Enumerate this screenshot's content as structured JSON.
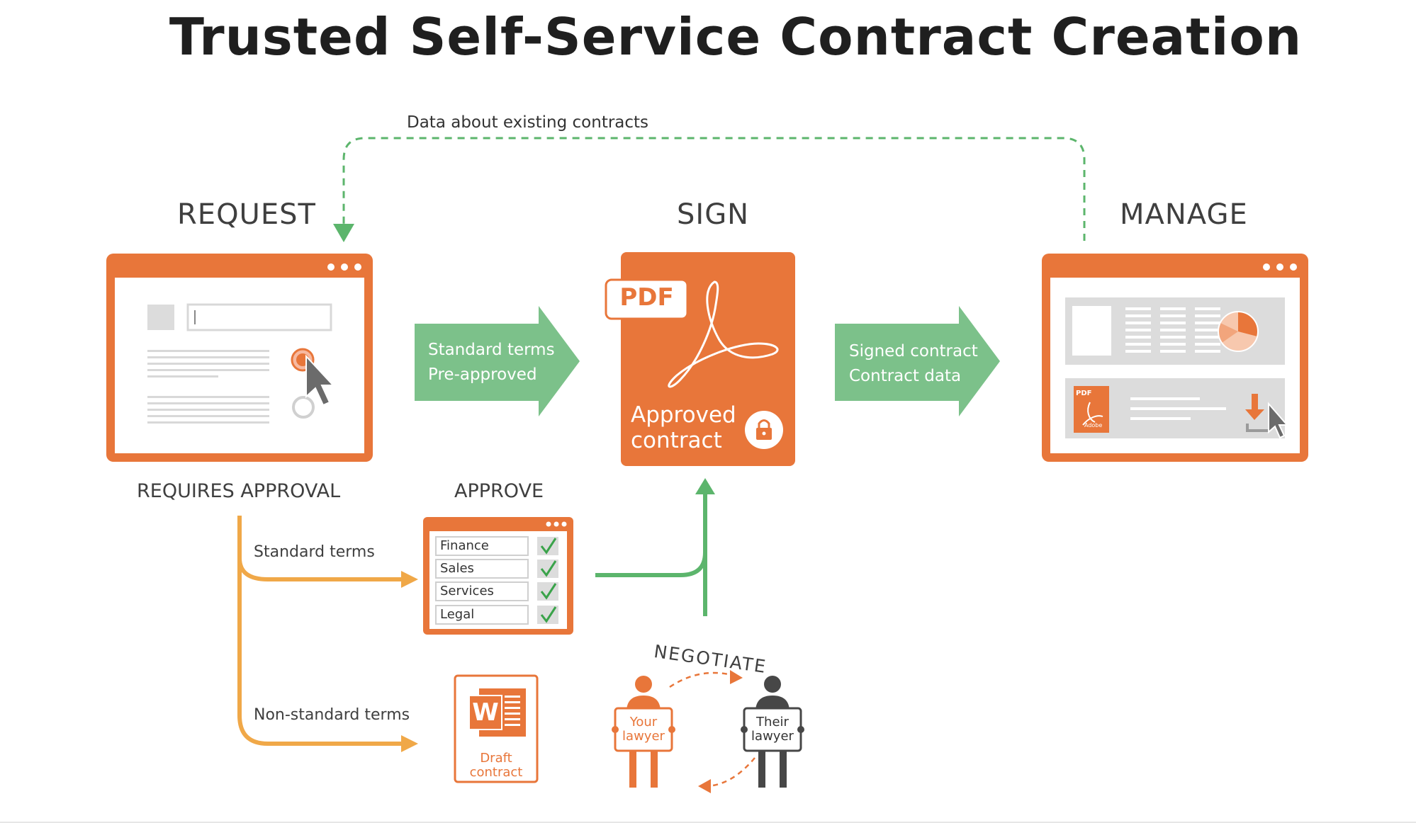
{
  "title": "Trusted Self-Service Contract Creation",
  "feedback_label": "Data about existing contracts",
  "stages": {
    "request": "REQUEST",
    "sign": "SIGN",
    "manage": "MANAGE"
  },
  "requires_approval": "REQUIRES APPROVAL",
  "approve": "APPROVE",
  "arrow1": {
    "line1": "Standard terms",
    "line2": "Pre-approved"
  },
  "arrow2": {
    "line1": "Signed contract",
    "line2": "Contract data"
  },
  "pdf_card": {
    "badge": "PDF",
    "line1": "Approved",
    "line2": "contract"
  },
  "branches": {
    "standard": "Standard terms",
    "nonstandard": "Non-standard terms"
  },
  "approval_rows": [
    "Finance",
    "Sales",
    "Services",
    "Legal"
  ],
  "draft": {
    "icon_letter": "W",
    "line1": "Draft",
    "line2": "contract"
  },
  "negotiate": "NEGOTIATE",
  "your_lawyer": {
    "line1": "Your",
    "line2": "lawyer"
  },
  "their_lawyer": {
    "line1": "Their",
    "line2": "lawyer"
  },
  "manage_mini_pdf": {
    "badge": "PDF",
    "brand": "Adobe"
  },
  "colors": {
    "orange": "#e8763a",
    "green": "#7cc18a",
    "green_dark": "#5cb56c",
    "amber": "#f0a848",
    "dark": "#3f3f3f"
  }
}
